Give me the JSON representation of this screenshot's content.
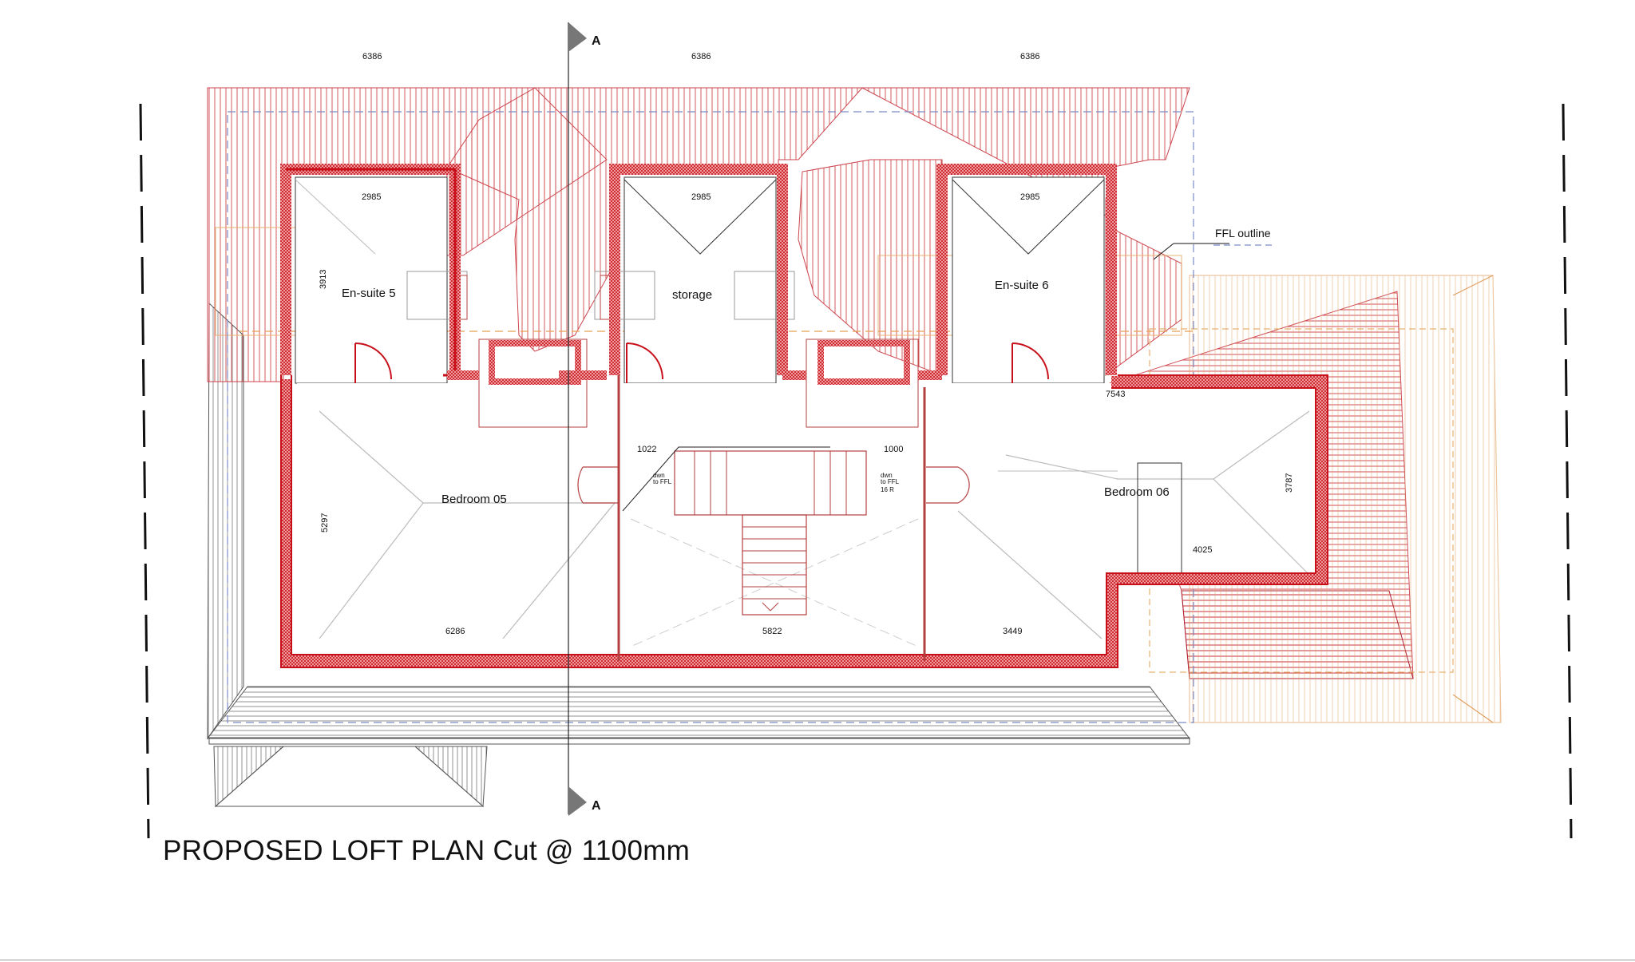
{
  "title": "PROPOSED LOFT PLAN  Cut @ 1100mm",
  "section_marker": "A",
  "legend": {
    "ffl_outline": "FFL outline"
  },
  "rooms": {
    "ensuite5": "En-suite 5",
    "storage": "storage",
    "ensuite6": "En-suite 6",
    "bedroom05": "Bedroom 05",
    "bedroom06": "Bedroom 06"
  },
  "dimensions": {
    "top_left": "6386",
    "top_mid": "6386",
    "top_right": "6386",
    "dormer1_width": "2985",
    "dormer2_width": "2985",
    "dormer3_width": "2985",
    "ensuite5_depth": "3913",
    "bed05_height": "5297",
    "bed05_width": "6286",
    "landing_width": "5822",
    "right_width": "3449",
    "stair_left": "1022",
    "stair_right": "1000",
    "bed06_width": "7543",
    "bed06_depth": "3787",
    "bed06_inner": "4025"
  },
  "notes": {
    "dn_left_1": "dwn",
    "dn_left_2": "to FFL",
    "dn_right_1": "dwn",
    "dn_right_2": "to FFL",
    "risers": "16 R"
  },
  "colors": {
    "wall": "#c8101a",
    "roof_hatch": "#d24a4a",
    "outline": "#222222",
    "ffl": "#7a8cc8",
    "eaves": "#e4a24c"
  }
}
